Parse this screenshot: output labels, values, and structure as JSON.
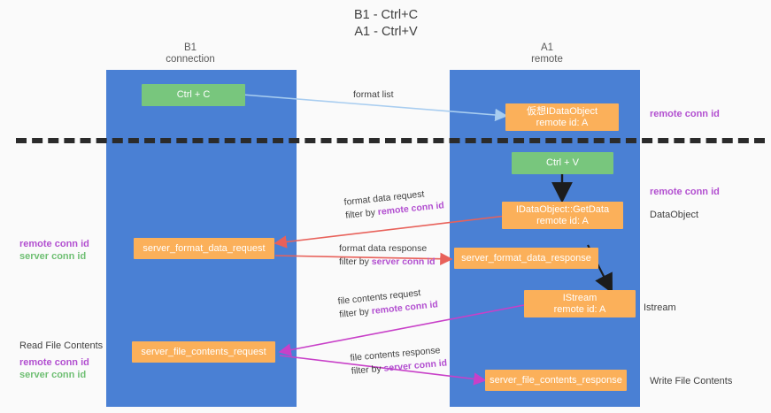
{
  "title": "B1 - Ctrl+C\nA1 - Ctrl+V",
  "lanes": [
    {
      "name": "b1",
      "heading": "B1\nconnection"
    },
    {
      "name": "a1",
      "heading": "A1\nremote"
    }
  ],
  "nodes": {
    "ctrl_c": "Ctrl + C",
    "virtual_dataobject": "仮想IDataObject\nremote id: A",
    "ctrl_v": "Ctrl + V",
    "getdata": "IDataObject::GetData\nremote id: A",
    "server_format_data_request": "server_format_data_request",
    "server_format_data_response": "server_format_data_response",
    "istream": "IStream\nremote id: A",
    "server_file_contents_request": "server_file_contents_request",
    "server_file_contents_response": "server_file_contents_response"
  },
  "edges": {
    "format_list": "format list",
    "format_data_request_l1": "format data request",
    "format_data_request_l2_prefix": "filter by ",
    "format_data_request_l2_key": "remote conn id",
    "format_data_response_l1": "format data response",
    "format_data_response_l2_prefix": "filter by ",
    "format_data_response_l2_key": "server conn id",
    "file_contents_request_l1": "file contents request",
    "file_contents_request_l2_prefix": "filter by ",
    "file_contents_request_l2_key": "remote conn id",
    "file_contents_response_l1": "file contents response",
    "file_contents_response_l2_prefix": "filter by ",
    "file_contents_response_l2_key": "server conn id"
  },
  "annotations": {
    "right_remote_conn_id_top": "remote conn id",
    "right_remote_conn_id_mid": "remote conn id",
    "right_dataobject": "DataObject",
    "right_istream": "Istream",
    "right_write_file_contents": "Write File Contents",
    "left_read_file_contents": "Read File Contents",
    "left_remote_conn_id_mid": "remote conn id",
    "left_server_conn_id_mid": "server conn id",
    "left_remote_conn_id_bottom": "remote conn id",
    "left_server_conn_id_bottom": "server conn id"
  },
  "colors": {
    "lane": "#4a80d4",
    "green_node": "#78c67d",
    "orange_node": "#fbb05a",
    "purple_key": "#b24fd0",
    "green_key": "#6fbf73",
    "arrow_light_blue": "#a8cdf0",
    "arrow_red": "#e8615a",
    "arrow_magenta": "#c840c8",
    "arrow_black": "#1c1c1c",
    "background": "#fafafa"
  }
}
